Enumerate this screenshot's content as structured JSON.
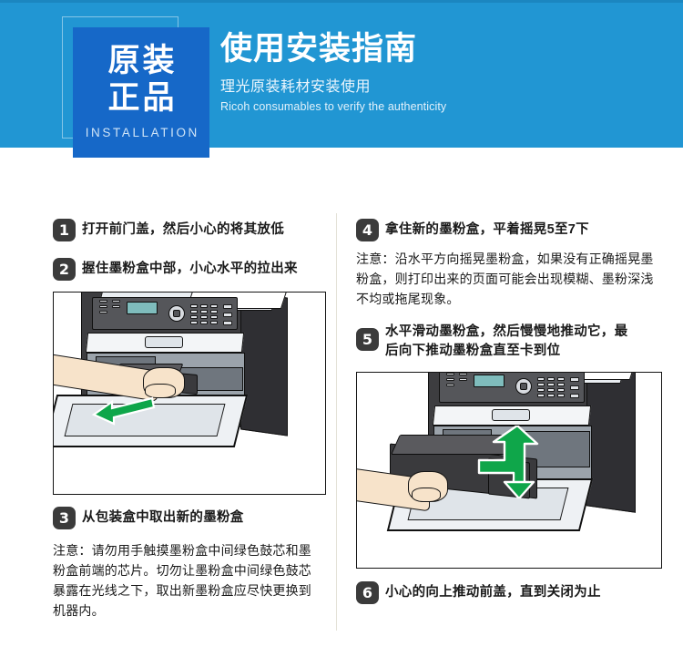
{
  "banner": {
    "badge": {
      "line1": "原装",
      "line2": "正品",
      "sub": "INSTALLATION"
    },
    "title": "使用安装指南",
    "subtitle_cn": "理光原装耗材安装使用",
    "subtitle_en": "Ricoh consumables to verify the authenticity"
  },
  "colors": {
    "banner_bg": "#2196d3",
    "badge_bg": "#1668c8",
    "step_num_bg": "#3b3b3b",
    "arrow_green": "#0fa64a",
    "divider": "#e4e2d8"
  },
  "left_column": {
    "steps": [
      {
        "num": "1",
        "text": "打开前门盖，然后小心的将其放低"
      },
      {
        "num": "2",
        "text": "握住墨粉盒中部，小心水平的拉出来"
      },
      {
        "num": "3",
        "text": "从包装盒中取出新的墨粉盒"
      }
    ],
    "note": "注意：请勿用手触摸墨粉盒中间绿色鼓芯和墨粉盒前端的芯片。切勿让墨粉盒中间绿色鼓芯暴露在光线之下，取出新墨粉盒应尽快更换到机器内。",
    "figure_alt": "printer-front-cover-open-pulling-toner-cartridge"
  },
  "right_column": {
    "steps": [
      {
        "num": "4",
        "text": "拿住新的墨粉盒，平着摇晃5至7下"
      },
      {
        "num": "5",
        "text_line1": "水平滑动墨粉盒，然后慢慢地推动它，最",
        "text_line2": "后向下推动墨粉盒直至卡到位"
      },
      {
        "num": "6",
        "text": "小心的向上推动前盖，直到关闭为止"
      }
    ],
    "note": "注意：沿水平方向摇晃墨粉盒，如果没有正确摇晃墨粉盒，则打印出来的页面可能会出现模糊、墨粉深浅不均或拖尾现象。",
    "figure_alt": "printer-inserting-new-toner-cartridge"
  }
}
